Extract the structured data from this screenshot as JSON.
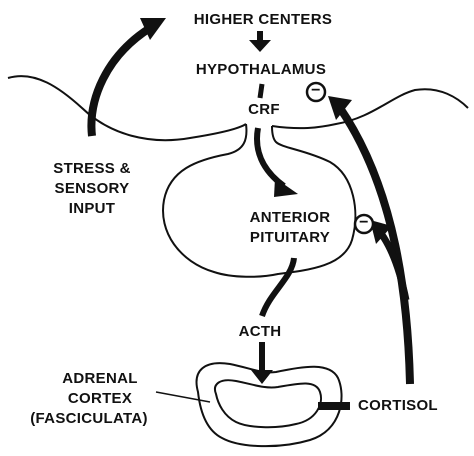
{
  "labels": {
    "higher_centers": "HIGHER CENTERS",
    "hypothalamus": "HYPOTHALAMUS",
    "crf": "CRF",
    "stress_line1": "STRESS &",
    "stress_line2": "SENSORY",
    "stress_line3": "INPUT",
    "anterior": "ANTERIOR",
    "pituitary": "PITUITARY",
    "acth": "ACTH",
    "adrenal_line1": "ADRENAL",
    "adrenal_line2": "CORTEX",
    "adrenal_line3": "(FASCICULATA)",
    "cortisol": "CORTISOL",
    "inhibit_hypothalamus": "−",
    "inhibit_pituitary": "−"
  },
  "colors": {
    "ink": "#111111",
    "background": "#ffffff"
  }
}
